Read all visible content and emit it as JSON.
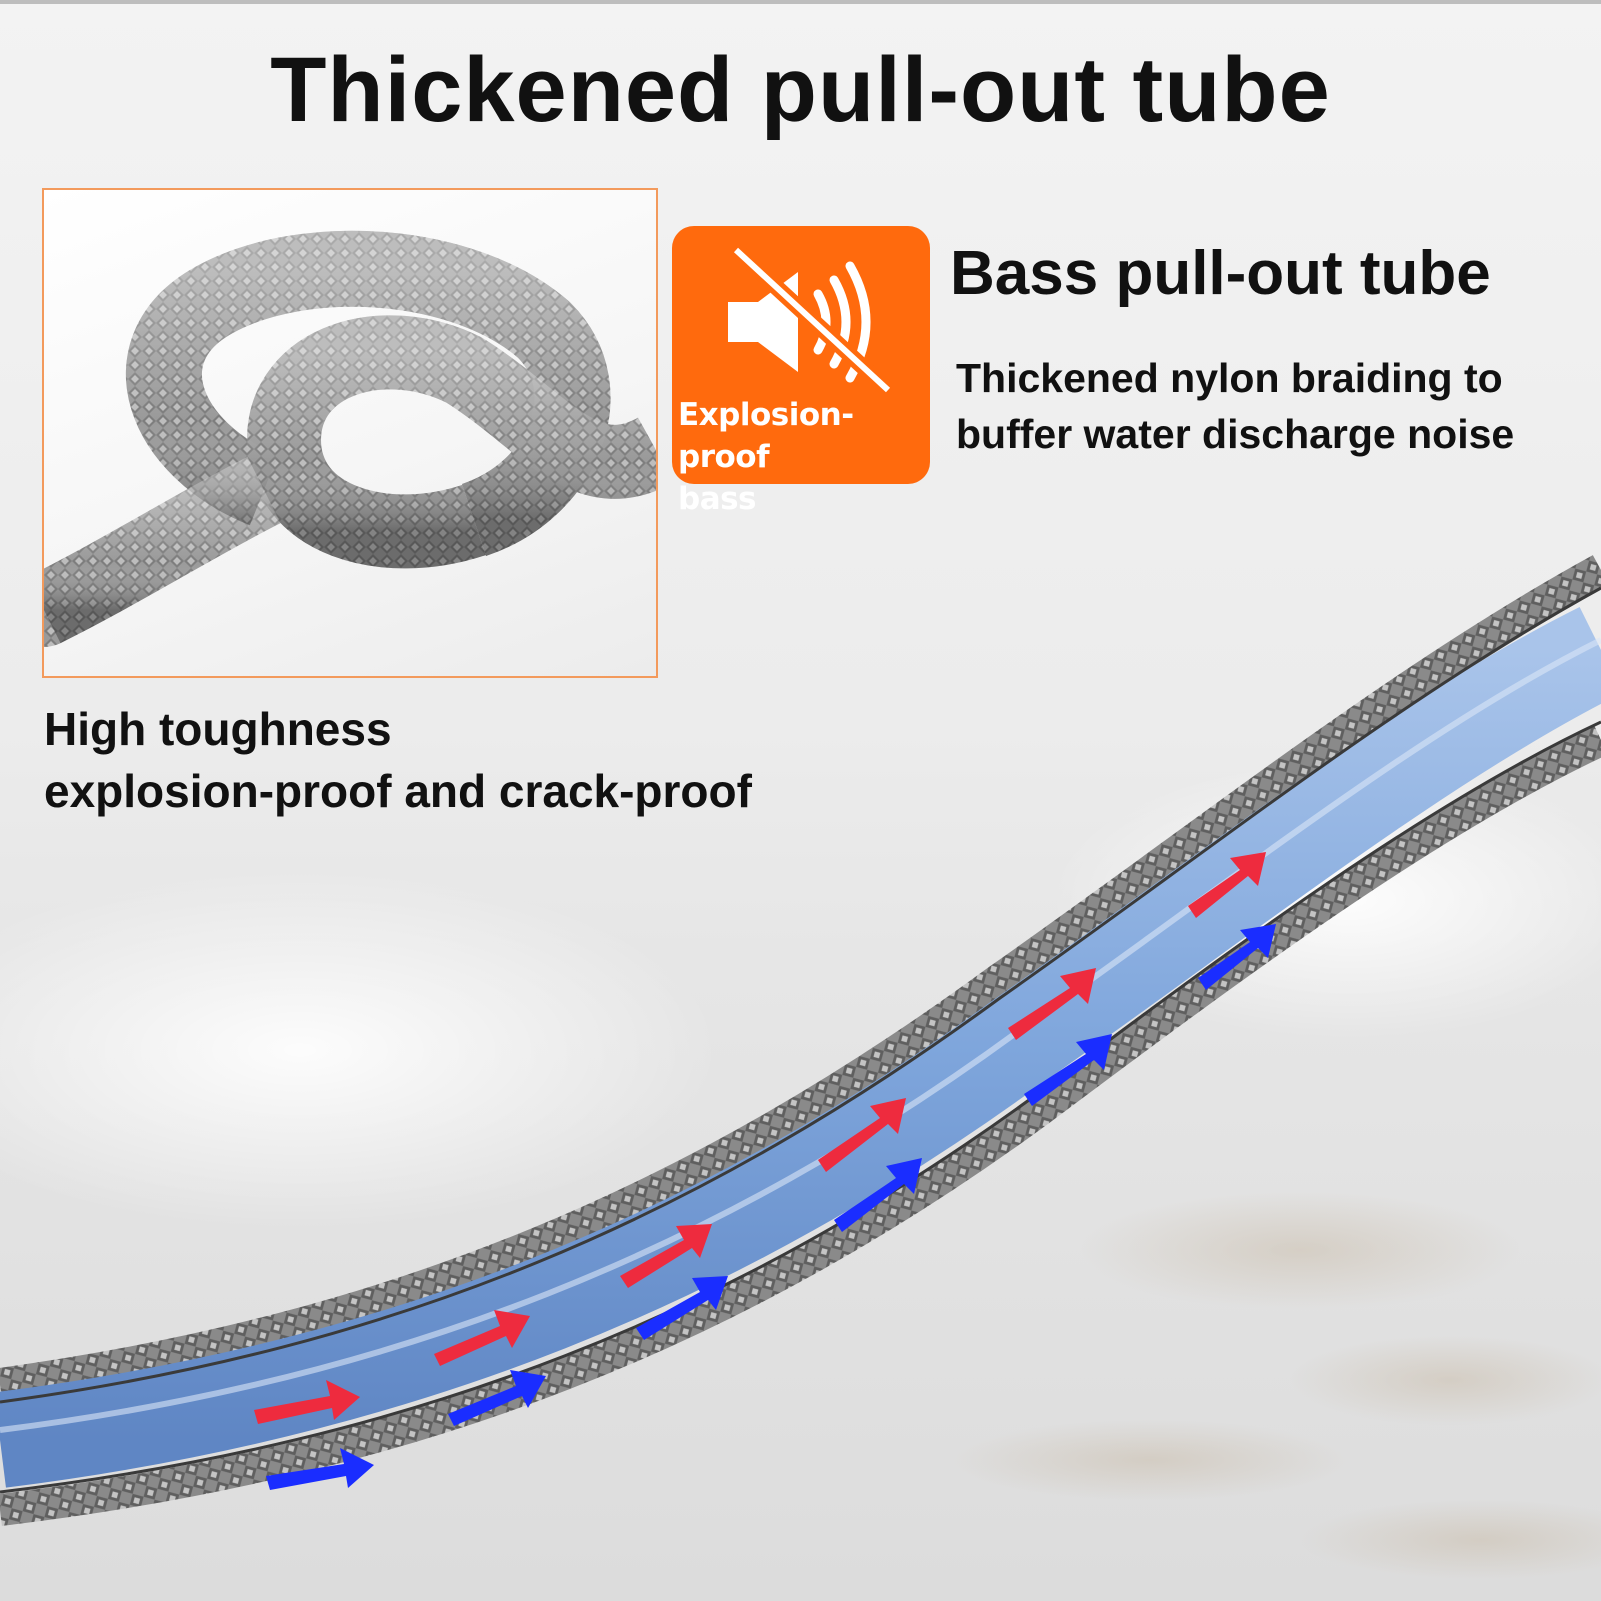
{
  "title": "Thickened pull-out tube",
  "badge": {
    "icon": "muted-speaker-icon",
    "label_line1": "Explosion-proof",
    "label_line2": "bass",
    "color": "#ff6a0d"
  },
  "feature": {
    "title": "Bass pull-out tube",
    "desc_line1": "Thickened nylon braiding to",
    "desc_line2": "buffer water discharge noise"
  },
  "toughness": {
    "line1": "High toughness",
    "line2": "explosion-proof and crack-proof"
  },
  "colors": {
    "accent_orange": "#ff6a0d",
    "frame_border": "#f39a5c",
    "arrow_red": "#ee2b3e",
    "arrow_blue": "#1a2dff",
    "water": "#7fa6dc"
  }
}
